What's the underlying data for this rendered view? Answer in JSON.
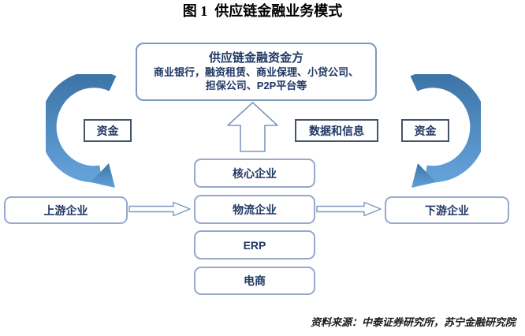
{
  "figure": {
    "title": "图 1  供应链金融业务模式",
    "source": "资料来源：中泰证券研究所，苏宁金融研究院"
  },
  "funder_box": {
    "title": "供应链金融资金方",
    "line1": "商业银行，融资租赁、商业保理、小贷公司、",
    "line2": "担保公司、P2P平台等"
  },
  "labels": {
    "funds_left": "资金",
    "data_info": "数据和信息",
    "funds_right": "资金"
  },
  "chain": {
    "core": "核心企业",
    "logistics": "物流企业",
    "erp": "ERP",
    "ecommerce": "电商"
  },
  "ends": {
    "upstream": "上游企业",
    "downstream": "下游企业"
  },
  "icons": [
    "left-curved-funds-arrow",
    "right-curved-funds-arrow",
    "up-block-arrow",
    "right-block-arrow-upstream-to-logistics",
    "right-block-arrow-logistics-to-downstream"
  ],
  "colors": {
    "arrow_gradient_top": "#3E76A8",
    "arrow_gradient_bottom": "#62A0D8",
    "box_border_light": "#96A8CC",
    "box_border_funder": "#7C99BE",
    "label_border_dark": "#44546A",
    "text_navy": "#1F3864",
    "outline_arrow": "#7C99BE"
  }
}
